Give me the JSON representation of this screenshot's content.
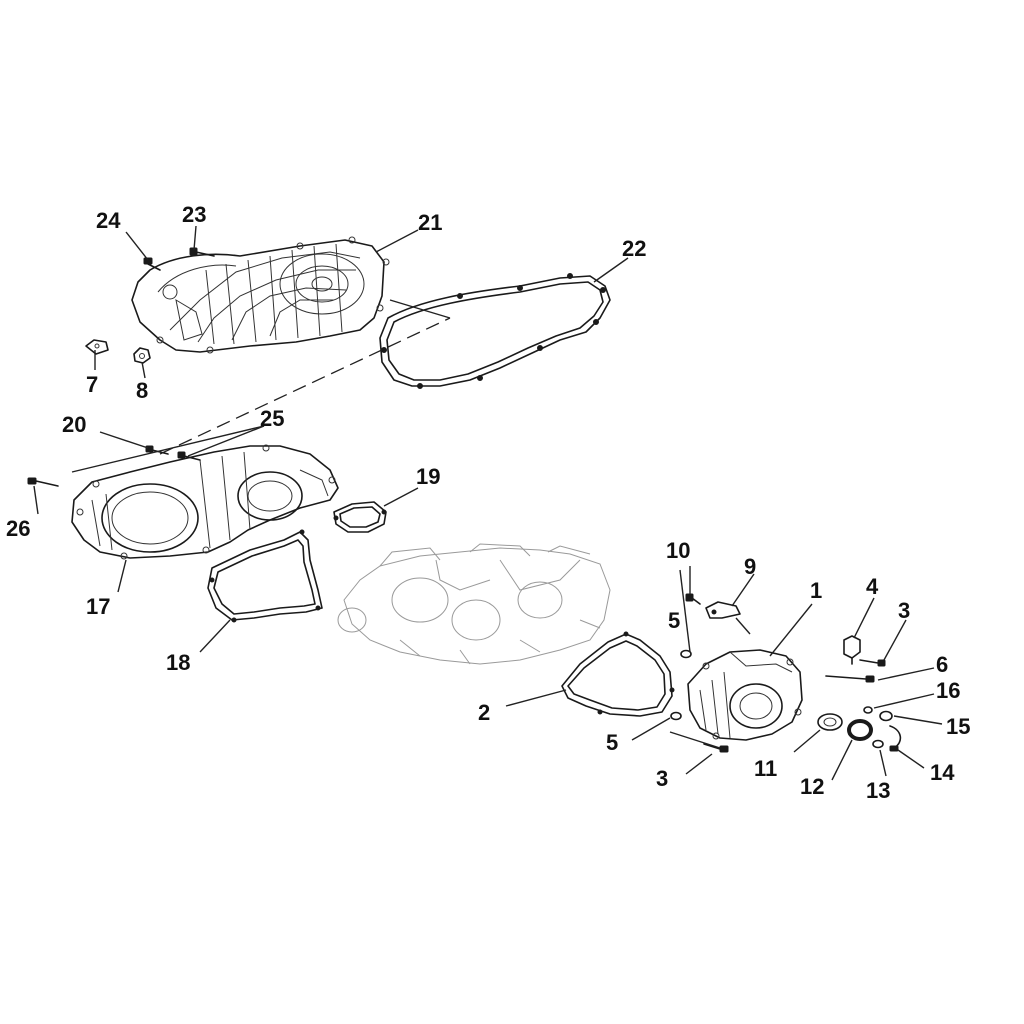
{
  "diagram": {
    "callouts": [
      "1",
      "2",
      "3",
      "3",
      "4",
      "5",
      "5",
      "6",
      "7",
      "8",
      "9",
      "10",
      "11",
      "12",
      "13",
      "14",
      "15",
      "16",
      "17",
      "18",
      "19",
      "20",
      "21",
      "22",
      "23",
      "24",
      "25",
      "26"
    ]
  }
}
